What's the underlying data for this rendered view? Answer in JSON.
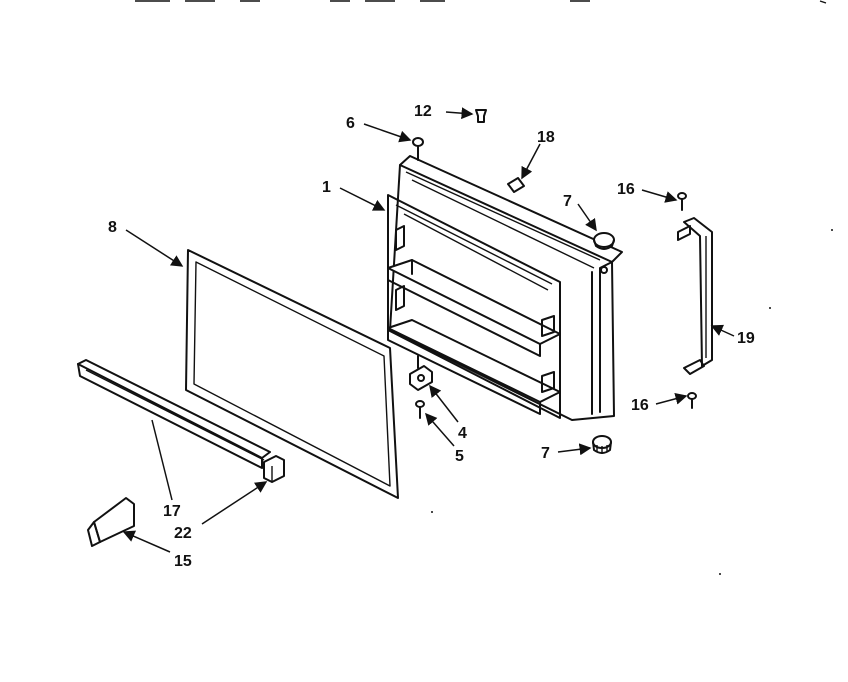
{
  "diagram": {
    "callouts": [
      {
        "id": "c12",
        "label": "12"
      },
      {
        "id": "c6",
        "label": "6"
      },
      {
        "id": "c18",
        "label": "18"
      },
      {
        "id": "c1",
        "label": "1"
      },
      {
        "id": "c7a",
        "label": "7"
      },
      {
        "id": "c16a",
        "label": "16"
      },
      {
        "id": "c8",
        "label": "8"
      },
      {
        "id": "c19",
        "label": "19"
      },
      {
        "id": "c16b",
        "label": "16"
      },
      {
        "id": "c4",
        "label": "4"
      },
      {
        "id": "c5",
        "label": "5"
      },
      {
        "id": "c7b",
        "label": "7"
      },
      {
        "id": "c17",
        "label": "17"
      },
      {
        "id": "c22",
        "label": "22"
      },
      {
        "id": "c15",
        "label": "15"
      }
    ]
  }
}
